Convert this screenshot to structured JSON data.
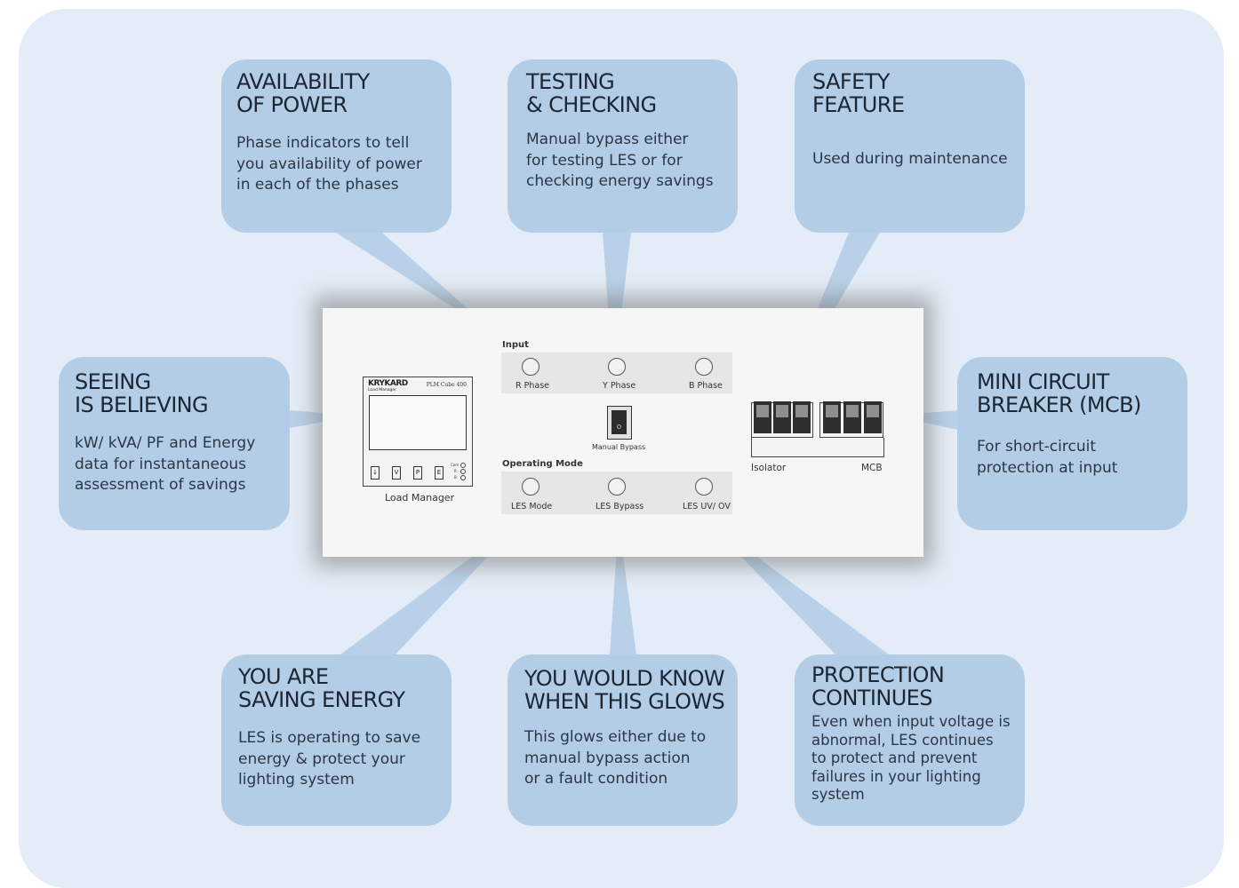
{
  "callouts": {
    "availability": {
      "title": "AVAILABILITY\nOF POWER",
      "text": "Phase indicators to tell\nyou availability of power\nin each of the phases"
    },
    "testing": {
      "title": "TESTING\n& CHECKING",
      "text": "Manual bypass either\nfor testing LES or for\nchecking energy savings"
    },
    "safety": {
      "title": "SAFETY\nFEATURE",
      "text": "Used during maintenance"
    },
    "seeing": {
      "title": "SEEING\nIS BELIEVING",
      "text": "kW/ kVA/ PF and Energy\ndata for instantaneous\nassessment of savings"
    },
    "mcb": {
      "title": "MINI CIRCUIT\nBREAKER (MCB)",
      "text": "For short-circuit\nprotection at input"
    },
    "saving": {
      "title": "YOU ARE\nSAVING ENERGY",
      "text": "LES is operating to save\nenergy & protect your\nlighting system"
    },
    "glows": {
      "title": "YOU WOULD KNOW\nWHEN THIS GLOWS",
      "text": "This glows either due to\nmanual bypass action\nor a fault condition"
    },
    "protection": {
      "title": "PROTECTION\nCONTINUES",
      "text": "Even when input voltage is\nabnormal, LES continues\nto protect and prevent\nfailures in your lighting\nsystem"
    }
  },
  "panel": {
    "input_label": "Input",
    "phases": [
      "R Phase",
      "Y Phase",
      "B Phase"
    ],
    "manual_bypass": "Manual Bypass",
    "operating_mode_label": "Operating Mode",
    "modes": [
      "LES Mode",
      "LES Bypass",
      "LES UV/ OV"
    ],
    "load_manager": {
      "brand": "KRYKARD",
      "subbrand": "Load Manager",
      "model": "PLM Cube 400",
      "caption": "Load Manager",
      "buttons": [
        "↓",
        "V",
        "P",
        "E"
      ],
      "leds": [
        "Com",
        "R",
        "B"
      ]
    },
    "isolator_label": "Isolator",
    "mcb_label": "MCB"
  },
  "colors": {
    "background": "#e4edf7",
    "callout": "#b4cde6",
    "panel": "#f6f6f5"
  }
}
